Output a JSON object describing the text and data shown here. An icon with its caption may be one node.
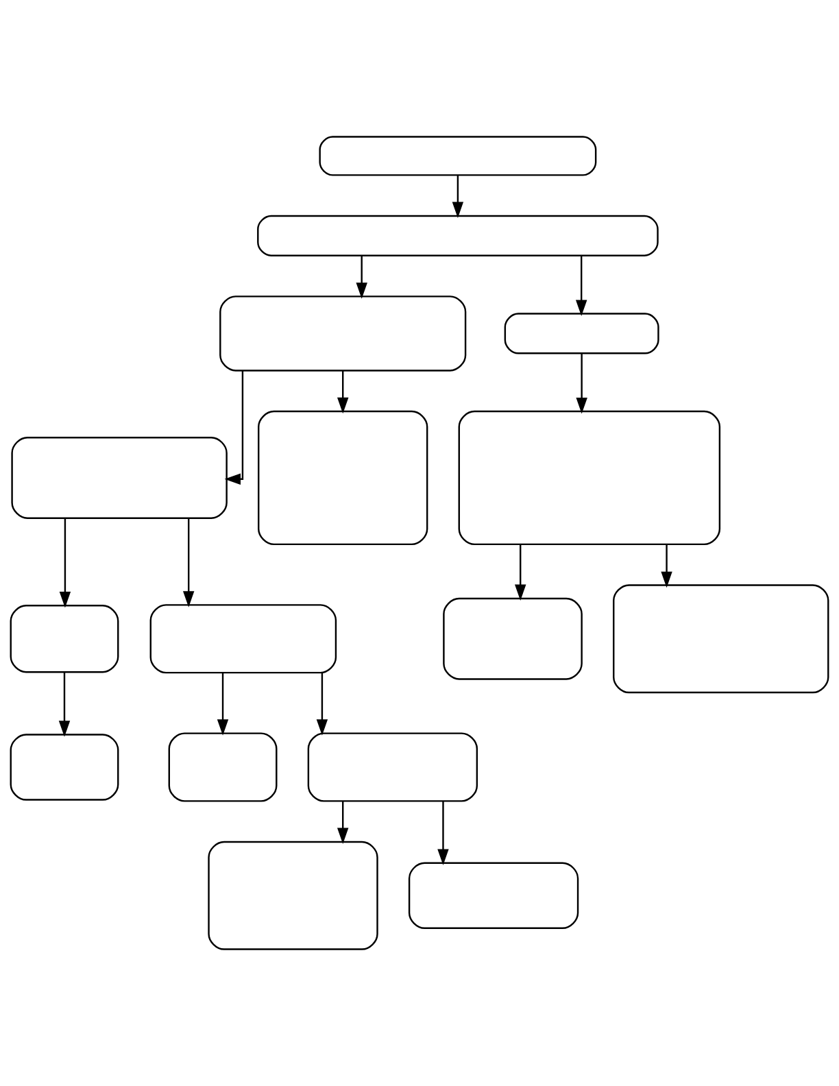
{
  "diagram": {
    "nodes": [
      {
        "text": [],
        "shape": "box"
      },
      {
        "text": [],
        "shape": "box"
      },
      {
        "text": [],
        "shape": "box"
      },
      {
        "text": [],
        "shape": "box"
      },
      {
        "text": [],
        "shape": "box"
      },
      {
        "text": [],
        "shape": "box"
      },
      {
        "text": [],
        "shape": "box"
      },
      {
        "text": [],
        "shape": "box"
      },
      {
        "text": [],
        "shape": "box"
      },
      {
        "text": [],
        "shape": "box"
      },
      {
        "text": [],
        "shape": "box"
      },
      {
        "text": [],
        "shape": "box"
      },
      {
        "text": [],
        "shape": "box"
      },
      {
        "text": [],
        "shape": "box"
      },
      {
        "text": [],
        "shape": "box"
      },
      {
        "text": [],
        "shape": "box"
      }
    ],
    "edges": [
      {
        "from": 0,
        "to": 1,
        "arrow": "to"
      },
      {
        "from": 1,
        "to": 2,
        "arrow": "to"
      },
      {
        "from": 1,
        "to": 3,
        "arrow": "to"
      },
      {
        "from": 2,
        "to": 4,
        "arrow": "to"
      },
      {
        "from": 2,
        "to": 5,
        "arrow": "to"
      },
      {
        "from": 3,
        "to": 6,
        "arrow": "to"
      },
      {
        "from": 4,
        "to": 7,
        "arrow": "to"
      },
      {
        "from": 4,
        "to": 8,
        "arrow": "to"
      },
      {
        "from": 6,
        "to": 9,
        "arrow": "to"
      },
      {
        "from": 6,
        "to": 10,
        "arrow": "to"
      },
      {
        "from": 7,
        "to": 11,
        "arrow": "to"
      },
      {
        "from": 8,
        "to": 12,
        "arrow": "to"
      },
      {
        "from": 8,
        "to": 13,
        "arrow": "to"
      },
      {
        "from": 13,
        "to": 14,
        "arrow": "to"
      },
      {
        "from": 13,
        "to": 15,
        "arrow": "to"
      }
    ]
  }
}
